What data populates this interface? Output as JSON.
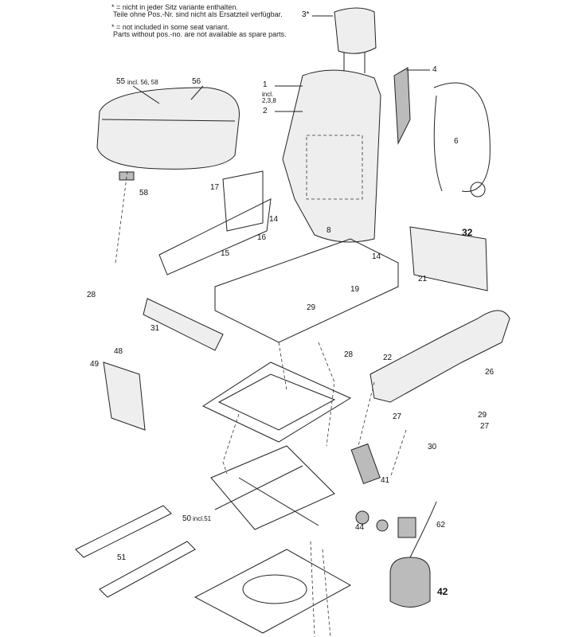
{
  "notes": {
    "de_line1": "* = nicht in jeder Sitz variante enthalten.",
    "de_line2": "Teile ohne Pos.-Nr. sind nicht als Ersatzteil verfügbar.",
    "en_line1": "* = not included in some seat variant.",
    "en_line2": "Parts without pos.-no. are not available as spare parts."
  },
  "labels": {
    "p3": "3*",
    "p1": "1",
    "p1_incl": "incl.",
    "p1_incl_list": "2,3,8",
    "p2": "2",
    "p4": "4",
    "p6": "6",
    "p55": "55",
    "p55_incl": "incl. 56, 58",
    "p56": "56",
    "p58": "58",
    "p17": "17",
    "p14a": "14",
    "p16": "16",
    "p15": "15",
    "p8": "8",
    "p32": "32",
    "p14b": "14",
    "p19": "19",
    "p21": "21",
    "p28a": "28",
    "p31": "31",
    "p29a": "29",
    "p28b": "28",
    "p22": "22",
    "p26": "26",
    "p29b": "29",
    "p27a": "27",
    "p27b": "27",
    "p49": "49",
    "p48": "48",
    "p30": "30",
    "p41": "41",
    "p62": "62",
    "p44": "44",
    "p50": "50",
    "p50_incl": "incl.51",
    "p51": "51",
    "p42": "42"
  }
}
